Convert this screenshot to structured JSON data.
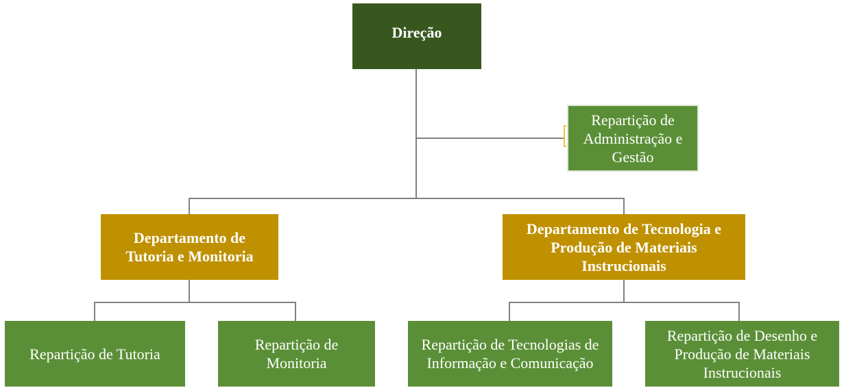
{
  "chart": {
    "root": {
      "label": "Direção"
    },
    "staff": {
      "label": "Repartição de Administração e Gestão"
    },
    "departments": [
      {
        "label": "Departamento de Tutoria e Monitoria",
        "children": [
          {
            "label": "Repartição de Tutoria"
          },
          {
            "label": "Repartição de Monitoria"
          }
        ]
      },
      {
        "label": "Departamento de Tecnologia e Produção de Materiais Instrucionais",
        "children": [
          {
            "label": "Repartição de Tecnologias de Informação e Comunicação"
          },
          {
            "label": "Repartição de Desenho e Produção de Materiais Instrucionais"
          }
        ]
      }
    ]
  },
  "colors": {
    "root": "#38571f",
    "department": "#bf9000",
    "unit": "#5b8f37",
    "connector": "#808080"
  }
}
